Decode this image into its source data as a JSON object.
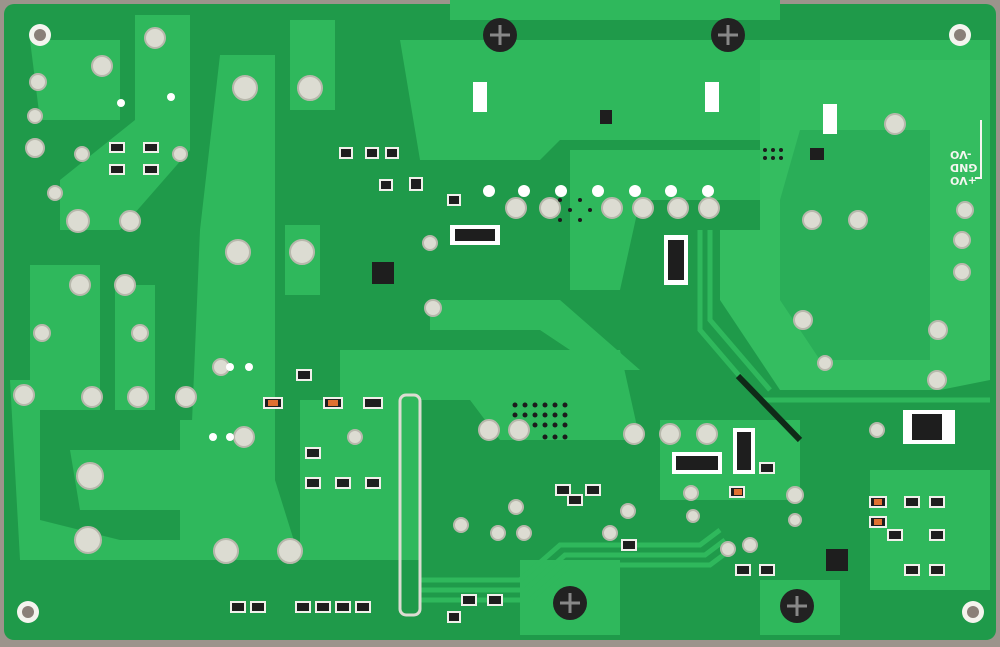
{
  "image": {
    "subject": "power-supply-pcb-solder-side",
    "colors": {
      "board": "#1f9a4a",
      "trace": "#2fb85c",
      "pad": "#d8d8d0",
      "background": "#9c948c"
    }
  },
  "silkscreen": {
    "output_labels": [
      "-VO",
      "GND",
      "+VO"
    ]
  }
}
